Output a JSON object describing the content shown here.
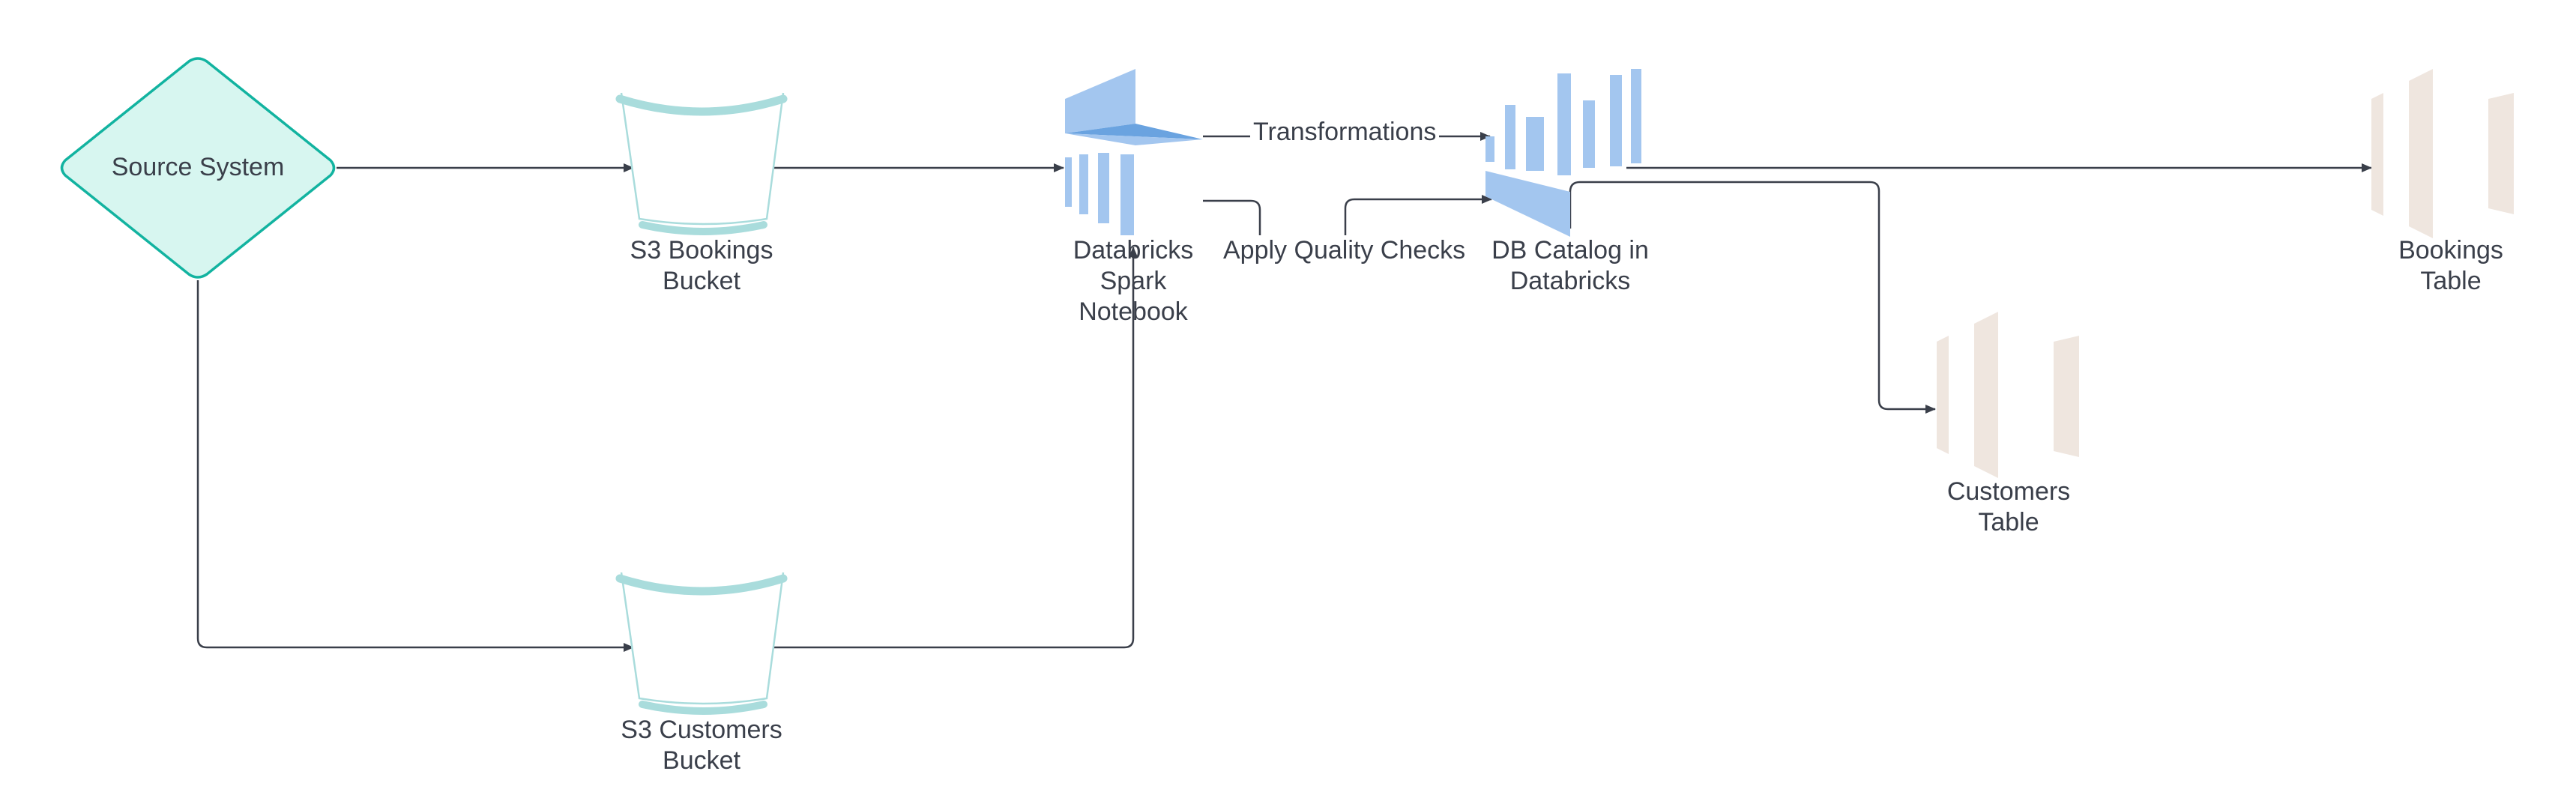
{
  "nodes": {
    "source": {
      "label": "Source System"
    },
    "s3_bookings": {
      "line1": "S3 Bookings",
      "line2": "Bucket"
    },
    "s3_customers": {
      "line1": "S3 Customers",
      "line2": "Bucket"
    },
    "notebook": {
      "line1": "Databricks",
      "line2": "Spark",
      "line3": "Notebook"
    },
    "catalog": {
      "line1": "DB Catalog in",
      "line2": "Databricks"
    },
    "bookings_table": {
      "line1": "Bookings",
      "line2": "Table"
    },
    "customers_table": {
      "line1": "Customers",
      "line2": "Table"
    }
  },
  "edges": {
    "transformations": "Transformations",
    "quality_checks": "Apply Quality Checks"
  },
  "colors": {
    "decision_fill": "#d7f6f0",
    "decision_stroke": "#12b3a0",
    "bucket": "#a9dcdc",
    "spark_blue": "#a3c6ef",
    "spark_dark": "#6aa3e0",
    "table_tan": "#efe6df",
    "line": "#3a3f4a"
  }
}
